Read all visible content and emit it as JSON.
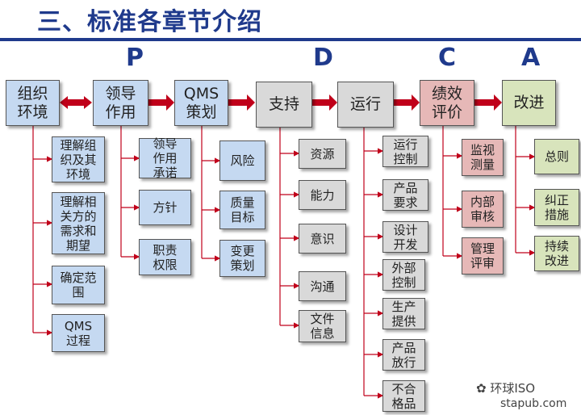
{
  "title": "三、标准各章节介绍",
  "pdca": {
    "p": "P",
    "d": "D",
    "c": "C",
    "a": "A"
  },
  "main": [
    "组织\n环境",
    "领导\n作用",
    "QMS\n策划",
    "支持",
    "运行",
    "绩效\n评价",
    "改进"
  ],
  "subs": {
    "org": [
      "理解组\n织及其\n环境",
      "理解相\n关方的\n需求和\n期望",
      "确定范\n围",
      "QMS\n过程"
    ],
    "lead": [
      "领导\n作用\n承诺",
      "方针",
      "职责\n权限"
    ],
    "qms": [
      "风险",
      "质量\n目标",
      "变更\n策划"
    ],
    "support": [
      "资源",
      "能力",
      "意识",
      "沟通",
      "文件\n信息"
    ],
    "ops": [
      "运行\n控制",
      "产品\n要求",
      "设计\n开发",
      "外部\n控制",
      "生产\n提供",
      "产品\n放行",
      "不合\n格品"
    ],
    "perf": [
      "监视\n测量",
      "内部\n审核",
      "管理\n评审"
    ],
    "improve": [
      "总则",
      "纠正\n措施",
      "持续\n改进"
    ]
  },
  "watermark": {
    "name": "环球ISO",
    "site": "stapub.com"
  },
  "colors": {
    "title": "#1f3a8c",
    "arrow": "#c0001a",
    "line": "#c0001a"
  }
}
